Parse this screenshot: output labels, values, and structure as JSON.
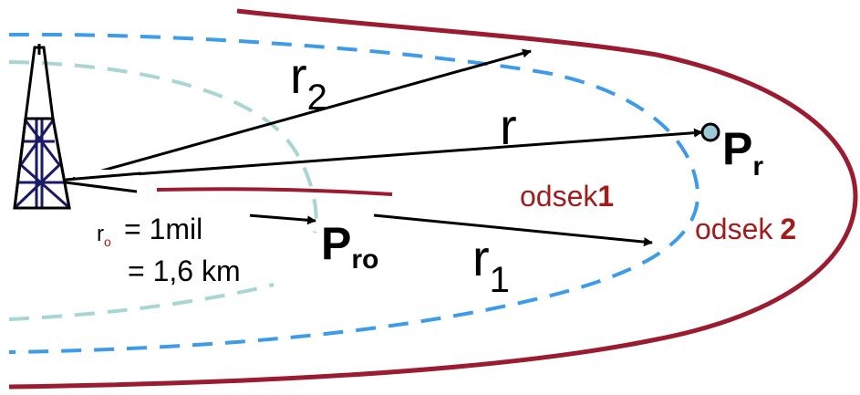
{
  "labels": {
    "r2_main": "r",
    "r2_sub": "2",
    "r_main": "r",
    "r1_main": "r",
    "r1_sub": "1",
    "pr_main": "P",
    "pr_sub": "r",
    "pro_main": "P",
    "pro_sub": "ro",
    "ro_main": "r",
    "ro_sub": "o",
    "ro_eq": "= 1mil",
    "ro_eq2": "= 1,6 km",
    "odsek1_text": "odsek",
    "odsek1_num": "1",
    "odsek2_text": "odsek",
    "odsek2_num": "2"
  },
  "colors": {
    "boundary": "#9b1b30",
    "zone_outer": "#3d9be9",
    "zone_inner": "#a9d5d5",
    "arrow": "#000000",
    "tower": "#1a1a66",
    "receiver_fill": "#9ec9d6",
    "label_dark": "#000000",
    "label_red": "#a31c1c"
  },
  "icons": {
    "tower": "radio-tower-icon",
    "receiver": "receiver-point-icon"
  }
}
